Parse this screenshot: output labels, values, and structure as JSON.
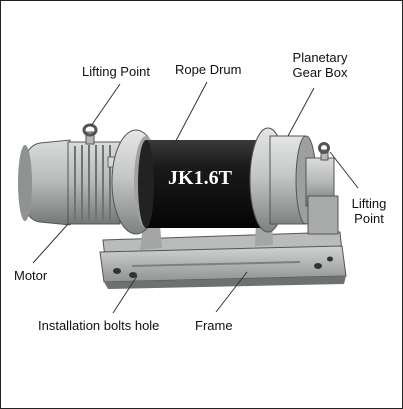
{
  "labels": {
    "lifting_point_left": "Lifting Point",
    "rope_drum": "Rope Drum",
    "planetary_line1": "Planetary",
    "planetary_line2": "Gear Box",
    "lifting_point_right_line1": "Lifting",
    "lifting_point_right_line2": "Point",
    "motor": "Motor",
    "installation_bolts_hole": "Installation bolts hole",
    "frame": "Frame"
  },
  "drum_text": "JK1.6T",
  "colors": {
    "casting_light": "#cfd2d0",
    "casting_mid": "#a9acaa",
    "casting_dark": "#6f7371",
    "drum": "#111111",
    "leader": "#333333"
  }
}
